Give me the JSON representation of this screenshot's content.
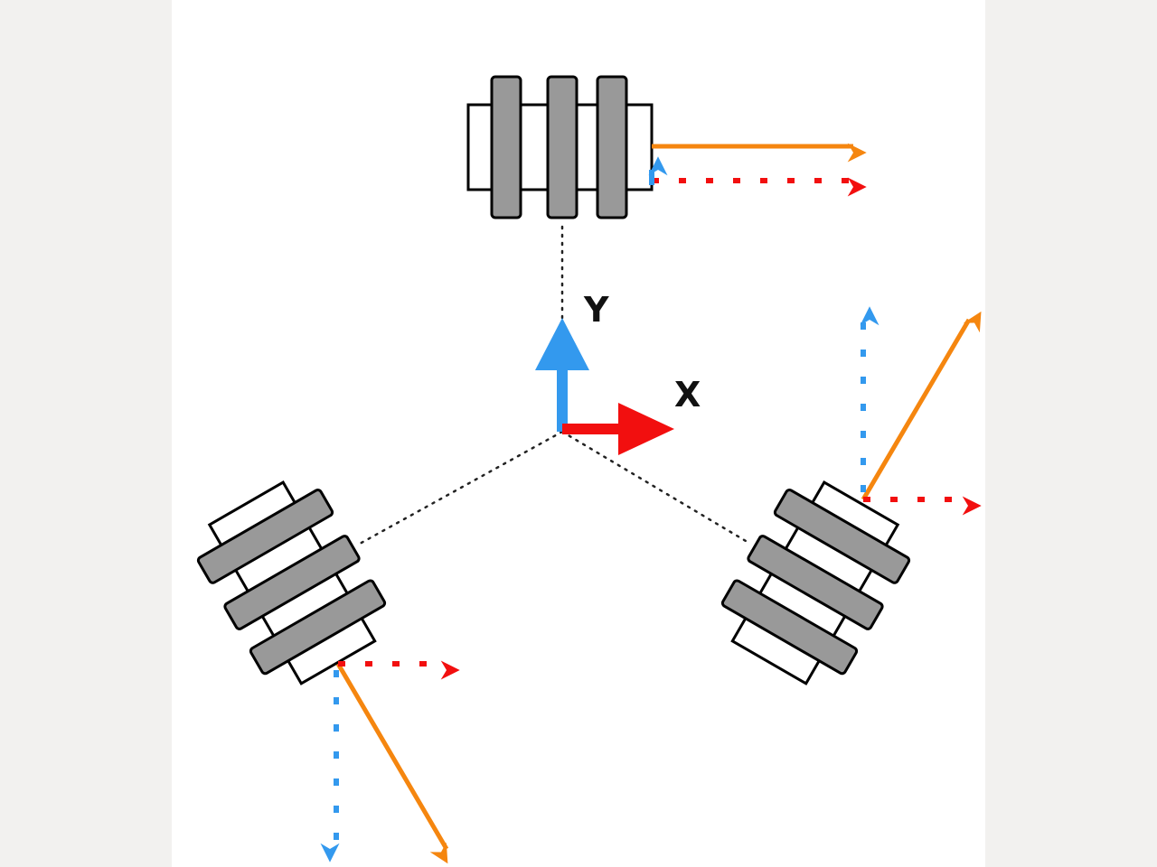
{
  "axes": {
    "x_label": "X",
    "y_label": "Y",
    "x_color": "#f20f0f",
    "y_color": "#3399ee"
  },
  "colors": {
    "wheel_velocity": "#f5860f",
    "x_component": "#f20f0f",
    "y_component": "#3399ee",
    "roller_fill": "#999999",
    "hub_fill": "#ffffff",
    "outline": "#000000",
    "connector": "#222222"
  },
  "wheels": [
    {
      "name": "wheel-top",
      "type": "omni-wheel"
    },
    {
      "name": "wheel-bottom-left",
      "type": "omni-wheel"
    },
    {
      "name": "wheel-bottom-right",
      "type": "omni-wheel"
    }
  ]
}
